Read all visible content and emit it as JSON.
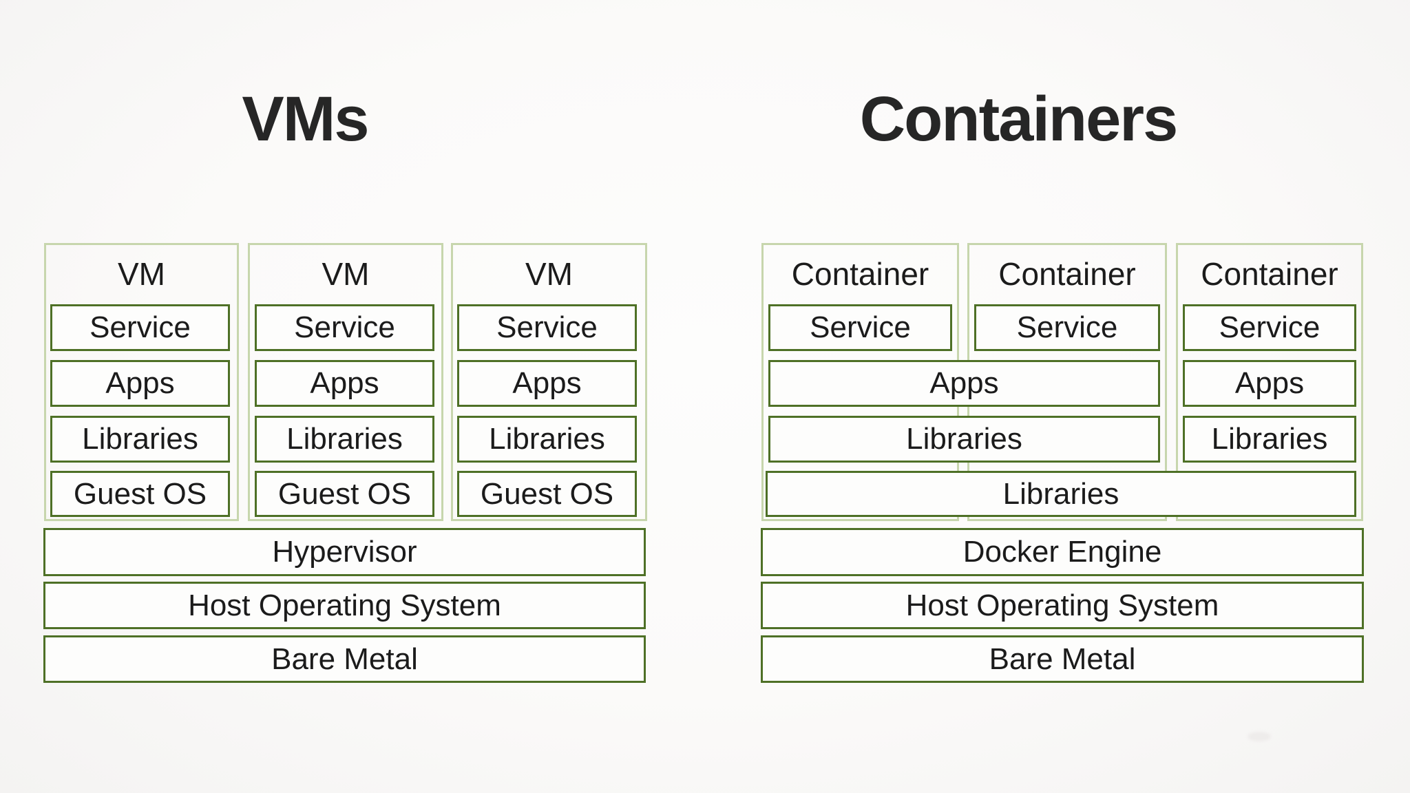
{
  "titles": {
    "left": "VMs",
    "right": "Containers"
  },
  "vm": {
    "columns": [
      {
        "title": "VM",
        "rows": [
          "Service",
          "Apps",
          "Libraries",
          "Guest OS"
        ]
      },
      {
        "title": "VM",
        "rows": [
          "Service",
          "Apps",
          "Libraries",
          "Guest OS"
        ]
      },
      {
        "title": "VM",
        "rows": [
          "Service",
          "Apps",
          "Libraries",
          "Guest OS"
        ]
      }
    ],
    "layers": [
      "Hypervisor",
      "Host Operating System",
      "Bare Metal"
    ]
  },
  "containers": {
    "columns": [
      {
        "title": "Container",
        "service": "Service"
      },
      {
        "title": "Container",
        "service": "Service"
      },
      {
        "title": "Container",
        "service": "Service"
      }
    ],
    "apps_span_1_2": "Apps",
    "libraries_span_1_2": "Libraries",
    "apps_col_3": "Apps",
    "libraries_col_3": "Libraries",
    "libraries_span_all": "Libraries",
    "layers": [
      "Docker Engine",
      "Host Operating System",
      "Bare Metal"
    ]
  },
  "colors": {
    "outer_border": "#c7d6ad",
    "inner_border": "#4e7026",
    "box_fill": "#fdfdfc",
    "text": "#1b1b1b",
    "background": "#fbfaf9"
  }
}
